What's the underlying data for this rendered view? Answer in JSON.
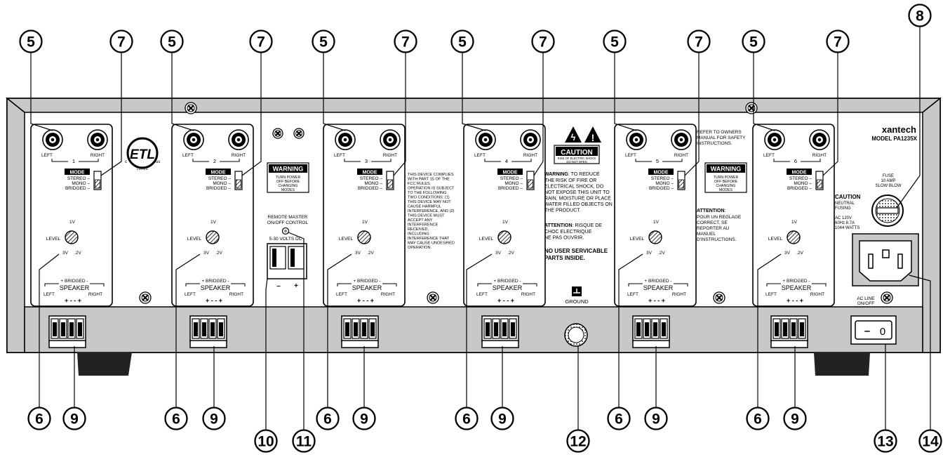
{
  "brand": "xantech",
  "model": "MODEL PA1235X",
  "channels": [
    {
      "number": "1"
    },
    {
      "number": "2"
    },
    {
      "number": "3"
    },
    {
      "number": "4"
    },
    {
      "number": "5"
    },
    {
      "number": "6"
    }
  ],
  "channel_labels": {
    "left": "LEFT",
    "right": "RIGHT",
    "mode": "MODE",
    "stereo": "STEREO",
    "mono": "MONO",
    "bridged": "BRIDGED",
    "level": "LEVEL",
    "level_top": "1V",
    "level_left": "3V",
    "level_right": ".2V",
    "speaker_bridged": "+ BRIDGED -",
    "speaker": "SPEAKER",
    "speaker_left": "LEFT",
    "speaker_right": "RIGHT",
    "polarity": "+     -     -     +"
  },
  "etl_mark": {
    "logo_text": "ETL",
    "c": "c",
    "us": "us",
    "listed": "LISTED"
  },
  "warning_box": {
    "title": "WARNING",
    "lines": [
      "TURN POWER",
      "OFF BEFORE",
      "CHANGING",
      "MODES"
    ]
  },
  "remote": {
    "line1": "REMOTE MASTER",
    "line2": "ON/OFF CONTROL",
    "volts": "5-30 VOLTS DC",
    "minus": "–",
    "plus": "+"
  },
  "fcc_text": [
    "THIS DEVICE COMPLIES",
    "WITH PART 15 OF THE",
    "FCC RULES.",
    "OPERATION IS SUBJECT",
    "TO THE FOLLOWING",
    "TWO CONDITIONS: (1)",
    "THIS DEVICE MAY NOT",
    "CAUSE HARMFUL",
    "INTERFERENCE, AND (2)",
    "THIS DEVICE MUST",
    "ACCEPT ANY",
    "INTERFERENCE",
    "RECEIVED,",
    "INCLUDING",
    "INTERFERENCE THAT",
    "MAY CAUSE UNDESIRED",
    "OPERATION."
  ],
  "caution_label": {
    "title": "CAUTION",
    "sub1": "RISK OF ELECTRIC SHOCK",
    "sub2": "DO NOT OPEN"
  },
  "warning_text": {
    "bold": "WARNING",
    "lines": [
      ": TO REDUCE",
      "THE RISK OF FIRE OR",
      "ELECTRICAL SHOCK, DO",
      "NOT EXPOSE THIS UNIT TO",
      "RAIN, MOISTURE OR PLACE",
      "WATER FILLED OBJECTS ON",
      "THE PRODUCT."
    ]
  },
  "attention_fr": {
    "bold": "ATTENTION",
    "lines": [
      ": RISQUE DE",
      "CHOC ELECTRIQUE",
      "NE PAS OUVRIR."
    ]
  },
  "no_user": [
    "NO USER SERVICABLE",
    "PARTS INSIDE."
  ],
  "ground_label": "GROUND",
  "refer_text": [
    "REFER TO OWNERS",
    "MANUAL FOR SAFETY",
    "INSTRUCTIONS."
  ],
  "attention2": {
    "bold": "ATTENTION",
    "lines": [
      ":",
      "POUR UN REGLAGE",
      "CORRECT, SE",
      "REPORTER AU",
      "MANUEL",
      "D'INSTRUCTIONS."
    ]
  },
  "fuse_label": [
    "FUSE",
    "10 AMP",
    "SLOW BLOW"
  ],
  "caution_power": {
    "title": "CAUTION",
    "lines": [
      "NEUTRAL",
      "FUSING"
    ],
    "rating": [
      "AC 120V",
      "60Hz 8.7A",
      "1044 WATTS"
    ]
  },
  "ac_line": [
    "AC LINE",
    "ON/OFF"
  ],
  "switch_symbols": {
    "off": "–",
    "on": "0"
  },
  "callouts_top": [
    "5",
    "7",
    "5",
    "7",
    "5",
    "7",
    "5",
    "7",
    "5",
    "7",
    "5",
    "7",
    "8"
  ],
  "callouts_bottom": [
    "6",
    "9",
    "6",
    "9",
    "10",
    "11",
    "6",
    "9",
    "6",
    "9",
    "12",
    "6",
    "9",
    "6",
    "9",
    "13",
    "14"
  ]
}
